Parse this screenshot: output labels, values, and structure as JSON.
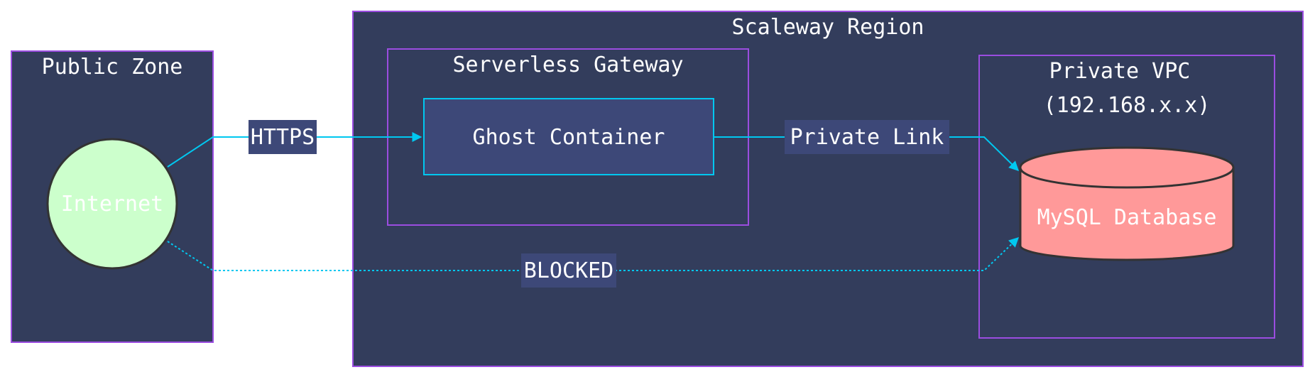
{
  "colors": {
    "zone_fill": "#333d5c",
    "zone_border": "#9b4de0",
    "container_fill": "#3d4878",
    "link_color": "#00c8f0",
    "label_bg": "#3d4878",
    "internet_fill": "#ccffcc",
    "database_fill": "#ff9999",
    "node_stroke": "#333333",
    "text": "#ffffff"
  },
  "public_zone": {
    "title": "Public Zone"
  },
  "region": {
    "title": "Scaleway Region"
  },
  "gateway": {
    "title": "Serverless Gateway"
  },
  "vpc": {
    "title_line1": "Private VPC",
    "title_line2": "(192.168.x.x)"
  },
  "nodes": {
    "internet": {
      "label": "Internet",
      "icon": "globe-circle"
    },
    "ghost": {
      "label": "Ghost Container",
      "icon": "container-box"
    },
    "mysql": {
      "label": "MySQL Database",
      "icon": "database-cylinder"
    }
  },
  "edges": {
    "https": {
      "label": "HTTPS",
      "style": "solid"
    },
    "private_link": {
      "label": "Private Link",
      "style": "solid"
    },
    "blocked": {
      "label": "BLOCKED",
      "style": "dotted"
    }
  }
}
